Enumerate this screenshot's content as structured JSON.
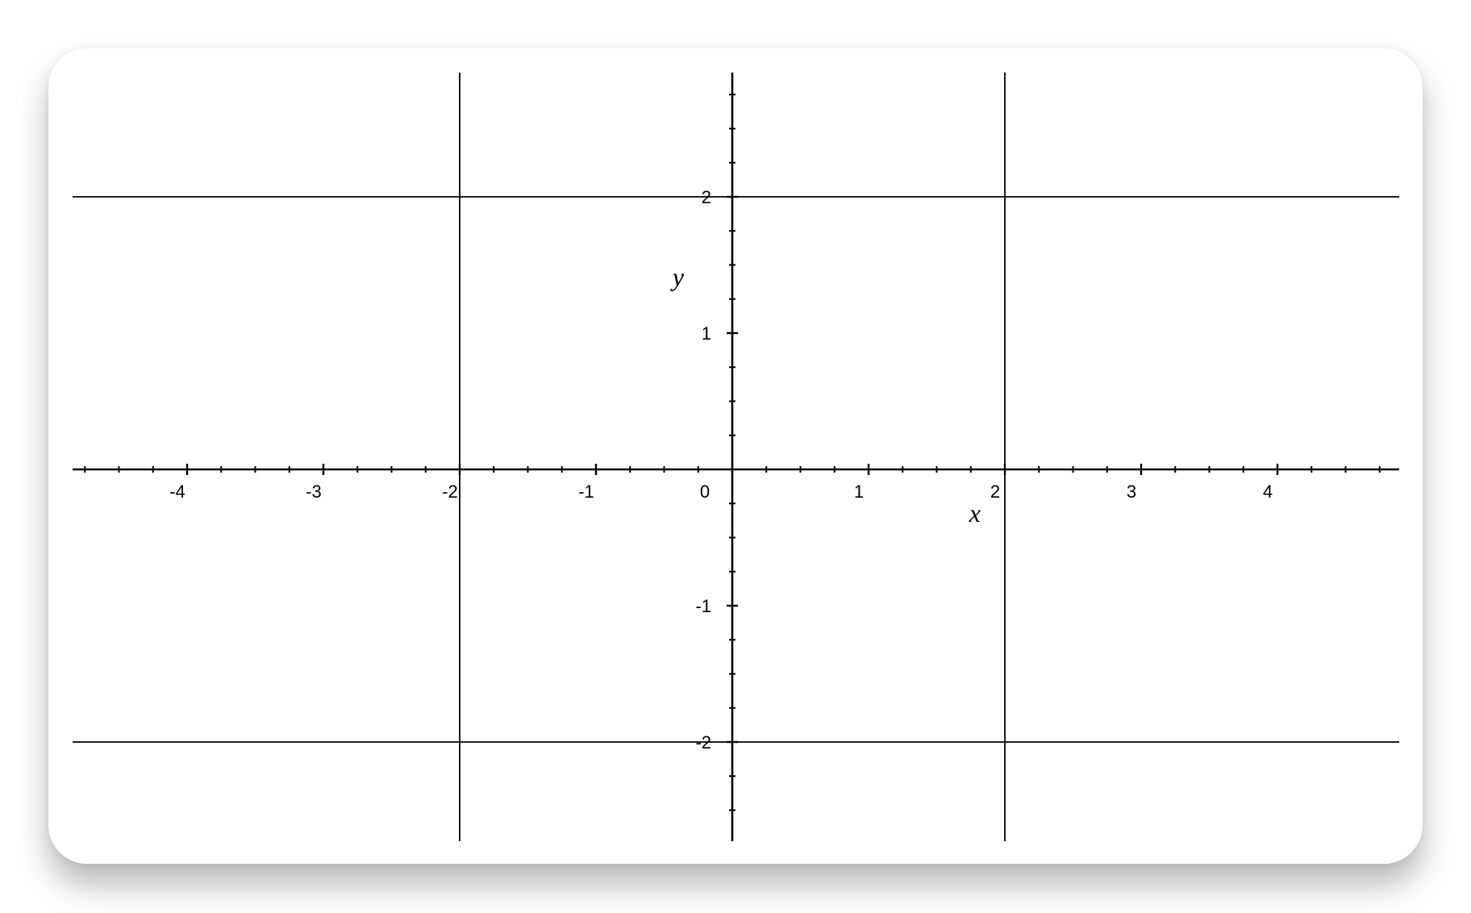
{
  "chart_data": {
    "type": "line",
    "xlabel": "x",
    "ylabel": "y",
    "xlim": [
      -4.8,
      4.9
    ],
    "ylim": [
      -2.7,
      2.9
    ],
    "x_ticks": [
      -4,
      -3,
      -2,
      -1,
      0,
      1,
      2,
      3,
      4
    ],
    "x_tick_labels": [
      "-4",
      "-3",
      "-2",
      "-1",
      "0",
      "1",
      "2",
      "3",
      "4"
    ],
    "y_ticks": [
      -2,
      -1,
      1,
      2
    ],
    "y_tick_labels": [
      "-2",
      "-1",
      "1",
      "2"
    ],
    "x_minor_step": 0.25,
    "y_minor_step": 0.25,
    "series": [
      {
        "orientation": "vertical",
        "at": -2
      },
      {
        "orientation": "vertical",
        "at": 2
      },
      {
        "orientation": "horizontal",
        "at": 2
      },
      {
        "orientation": "horizontal",
        "at": -2
      }
    ],
    "grid": false,
    "colors": {
      "axis": "#000000",
      "lines": "#000000",
      "background": "#ffffff"
    }
  }
}
